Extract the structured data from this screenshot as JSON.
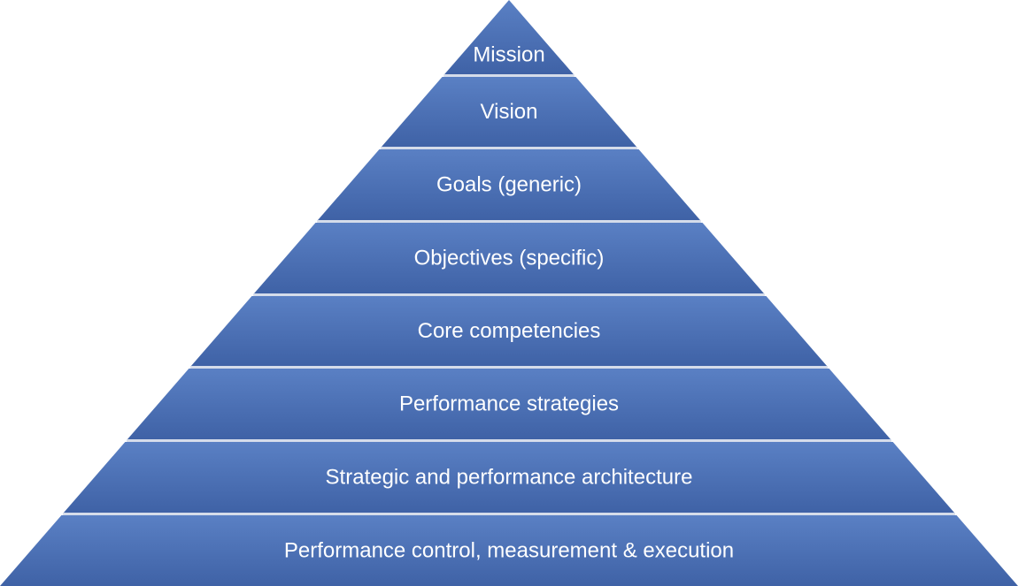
{
  "pyramid": {
    "fill_color": "#4a6fb5",
    "fill_color_light": "#5a80c4",
    "fill_color_dark": "#3f62a6",
    "separator_color": "#d5dcea",
    "levels": [
      {
        "label": "Mission"
      },
      {
        "label": "Vision"
      },
      {
        "label": "Goals (generic)"
      },
      {
        "label": "Objectives (specific)"
      },
      {
        "label": "Core competencies"
      },
      {
        "label": "Performance strategies"
      },
      {
        "label": "Strategic and performance architecture"
      },
      {
        "label": "Performance control, measurement & execution"
      }
    ]
  }
}
